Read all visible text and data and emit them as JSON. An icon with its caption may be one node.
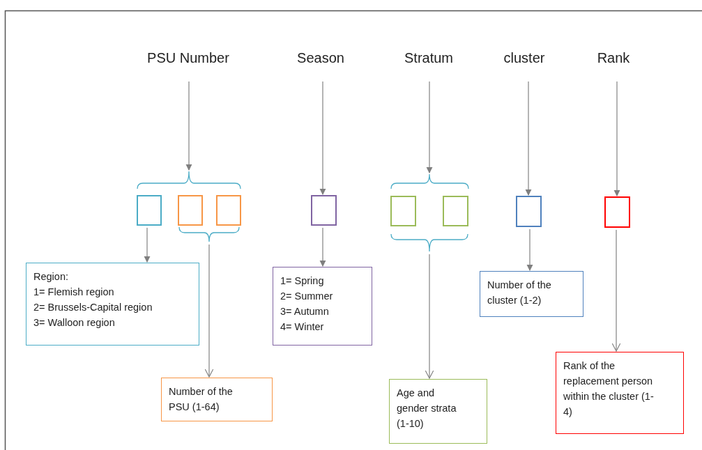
{
  "diagram": {
    "nodes": [
      {
        "text": [
          "PSU Number"
        ]
      },
      {
        "text": [
          "Season"
        ]
      },
      {
        "text": [
          "Stratum"
        ]
      },
      {
        "text": [
          "cluster"
        ]
      },
      {
        "text": [
          "Rank"
        ]
      },
      {
        "text": [],
        "shape": "brace"
      },
      {
        "text": [],
        "shape": "box"
      },
      {
        "text": [],
        "shape": "box"
      },
      {
        "text": [],
        "shape": "box"
      },
      {
        "text": [],
        "shape": "brace"
      },
      {
        "text": [],
        "shape": "box"
      },
      {
        "text": [],
        "shape": "brace"
      },
      {
        "text": [],
        "shape": "box"
      },
      {
        "text": [],
        "shape": "box"
      },
      {
        "text": [],
        "shape": "brace"
      },
      {
        "text": [],
        "shape": "box"
      },
      {
        "text": [],
        "shape": "box"
      },
      {
        "text": [
          "Region:",
          "1= Flemish region",
          "2= Brussels-Capital region",
          "3= Walloon region"
        ]
      },
      {
        "text": [
          "1= Spring",
          "2= Summer",
          "3= Autumn",
          "4= Winter"
        ]
      },
      {
        "text": [
          "Number of the cluster (1-2)"
        ]
      },
      {
        "text": [
          "Number of the PSU (1-64)"
        ]
      },
      {
        "text": [
          "Age and gender strata (1-10)"
        ]
      },
      {
        "text": [
          "Rank of the replacement person within the cluster (1-4)"
        ]
      }
    ],
    "edges": [
      {
        "from": 0,
        "to": 5,
        "arrow": "to"
      },
      {
        "from": 1,
        "to": 10,
        "arrow": "to"
      },
      {
        "from": 2,
        "to": 11,
        "arrow": "to"
      },
      {
        "from": 3,
        "to": 15,
        "arrow": "to"
      },
      {
        "from": 4,
        "to": 16,
        "arrow": "to"
      },
      {
        "from": 6,
        "to": 17,
        "arrow": "to"
      },
      {
        "from": 9,
        "to": 20,
        "arrow": "to"
      },
      {
        "from": 10,
        "to": 18,
        "arrow": "to"
      },
      {
        "from": 14,
        "to": 21,
        "arrow": "to"
      },
      {
        "from": 15,
        "to": 19,
        "arrow": "to"
      },
      {
        "from": 16,
        "to": 22,
        "arrow": "to"
      }
    ]
  }
}
